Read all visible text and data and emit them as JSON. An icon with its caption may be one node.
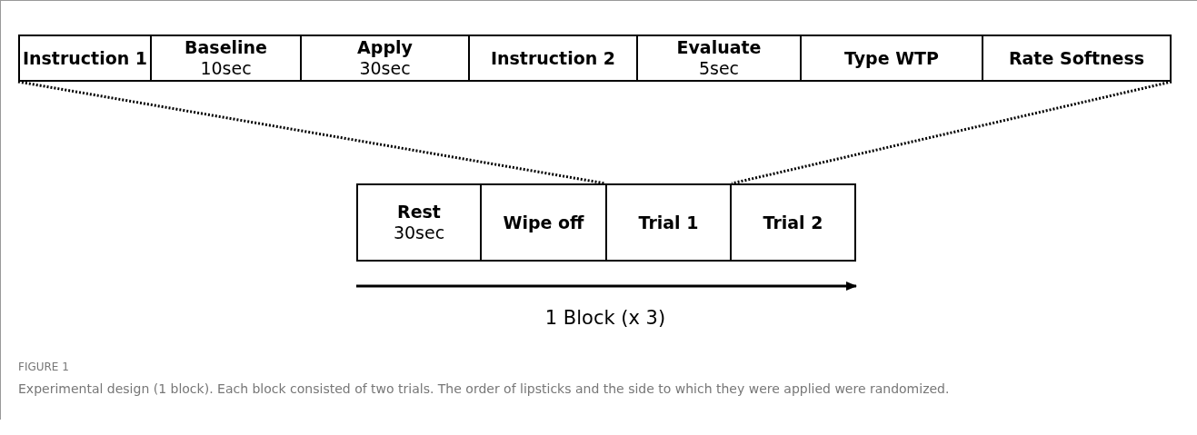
{
  "diagram": {
    "caption": "Experimental design (1 block). Each block consisted of two trials. The order of lipsticks and the side to which they were applied were randomized.",
    "nodes": [
      {
        "text": [
          "Instruction 1"
        ]
      },
      {
        "text": [
          "Baseline",
          "10sec"
        ]
      },
      {
        "text": [
          "Apply",
          "30sec"
        ]
      },
      {
        "text": [
          "Instruction 2"
        ]
      },
      {
        "text": [
          "Evaluate",
          "5sec"
        ]
      },
      {
        "text": [
          "Type WTP"
        ]
      },
      {
        "text": [
          "Rate Softness"
        ]
      },
      {
        "text": [
          "Rest",
          "30sec"
        ]
      },
      {
        "text": [
          "Wipe off"
        ]
      },
      {
        "text": [
          "Trial 1"
        ]
      },
      {
        "text": [
          "Trial 2"
        ]
      }
    ],
    "edges": [
      {
        "from": 0,
        "to": 9,
        "arrow": "none",
        "style": "dashed"
      },
      {
        "from": 6,
        "to": 9,
        "arrow": "none",
        "style": "dashed"
      }
    ],
    "labels": [
      "1 Block (x 3)",
      "FIGURE 1"
    ]
  }
}
